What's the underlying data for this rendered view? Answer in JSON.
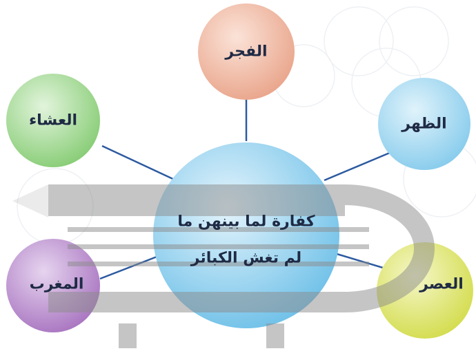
{
  "center": {
    "lines": [
      "كفارة لما بينهن ما",
      "لم تغش الكبائر"
    ]
  },
  "prayers": [
    {
      "key": "fajr",
      "label": "الفجر",
      "color": "#e9a48a"
    },
    {
      "key": "dhuhr",
      "label": "الظهر",
      "color": "#86cbec"
    },
    {
      "key": "asr",
      "label": "العصر",
      "color": "#dde46a"
    },
    {
      "key": "maghrib",
      "label": "المغرب",
      "color": "#b083c6"
    },
    {
      "key": "isha",
      "label": "العشاء",
      "color": "#8fd07e"
    }
  ],
  "colors": {
    "connector": "#2c5aa0",
    "center": "#7fc6ea",
    "overlay": "#8c8c8c"
  }
}
